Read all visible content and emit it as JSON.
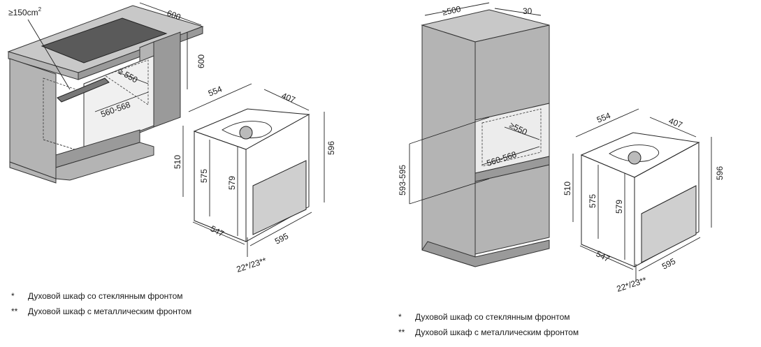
{
  "left_diagram": {
    "vent_area": "≥150",
    "vent_unit": "cm",
    "vent_exp": "2",
    "dim_counter_depth": "600",
    "dim_counter_height": "600",
    "dim_niche_depth": "≥ 550",
    "dim_niche_width": "560-568",
    "oven": {
      "dim_top_depth": "554",
      "dim_top_width": "407",
      "dim_front_height": "596",
      "dim_side_510": "510",
      "dim_side_575": "575",
      "dim_side_579": "579",
      "dim_bottom_depth": "547",
      "dim_bottom_width": "595",
      "dim_front_thickness": "22*/23**"
    }
  },
  "right_diagram": {
    "dim_tall_depth": "≥500",
    "dim_tall_gap": "30",
    "dim_niche_height": "593-595",
    "dim_niche_depth": "≥550",
    "dim_niche_width": "560-568",
    "oven": {
      "dim_top_depth": "554",
      "dim_top_width": "407",
      "dim_front_height": "596",
      "dim_side_510": "510",
      "dim_side_575": "575",
      "dim_side_579": "579",
      "dim_bottom_depth": "547",
      "dim_bottom_width": "595",
      "dim_front_thickness": "22*/23**"
    }
  },
  "footnotes_left": [
    {
      "mark": "*",
      "text": "Духовой шкаф со стеклянным фронтом"
    },
    {
      "mark": "**",
      "text": "Духовой шкаф с металлическим фронтом"
    }
  ],
  "footnotes_right": [
    {
      "mark": "*",
      "text": "Духовой шкаф со стеклянным фронтом"
    },
    {
      "mark": "**",
      "text": "Духовой шкаф с металлическим фронтом"
    }
  ]
}
